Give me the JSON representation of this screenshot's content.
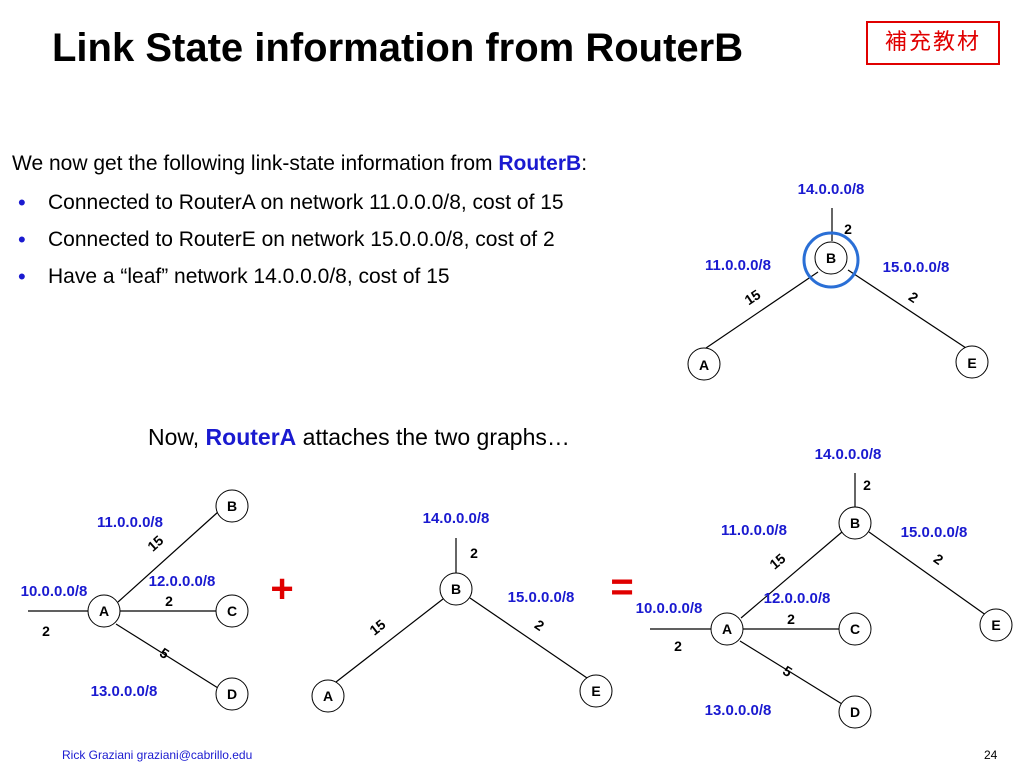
{
  "title": "Link State information from RouterB",
  "badge": "補充教材",
  "intro": {
    "prefix": "We now get the following link-state information from ",
    "router": "RouterB",
    "suffix": ":"
  },
  "bullets": [
    "Connected to RouterA on network 11.0.0.0/8, cost of 15",
    "Connected to RouterE on network 15.0.0.0/8, cost of 2",
    "Have a “leaf” network 14.0.0.0/8, cost of 15"
  ],
  "now": {
    "prefix": "Now, ",
    "router": "RouterA",
    "suffix": " attaches the two graphs…"
  },
  "operators": {
    "plus": "+",
    "equals": "="
  },
  "nodes": {
    "a": "A",
    "b": "B",
    "c": "C",
    "d": "D",
    "e": "E"
  },
  "networks": {
    "n10": "10.0.0.0/8",
    "n11": "11.0.0.0/8",
    "n12": "12.0.0.0/8",
    "n13": "13.0.0.0/8",
    "n14": "14.0.0.0/8",
    "n15": "15.0.0.0/8"
  },
  "costs": {
    "c2": "2",
    "c5": "5",
    "c15": "15"
  },
  "colors": {
    "network_label": "#1a1ad0",
    "highlight_circle": "#2a6fd6",
    "badge": "#e00000"
  },
  "footer": {
    "author": "Rick Graziani  graziani@cabrillo.edu",
    "page": "24"
  }
}
